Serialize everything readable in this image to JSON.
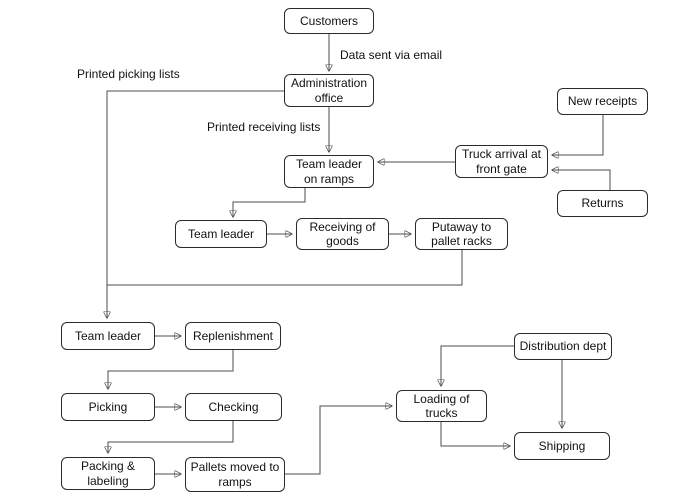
{
  "diagram": {
    "type": "flowchart",
    "description": "Warehouse goods receiving, picking and shipping process flow"
  },
  "nodes": {
    "customers": "Customers",
    "admin_office": "Administration office",
    "new_receipts": "New receipts",
    "team_leader_ramps": "Team leader on ramps",
    "truck_arrival": "Truck arrival at front gate",
    "returns": "Returns",
    "team_leader_receiving": "Team leader",
    "receiving_goods": "Receiving of goods",
    "putaway": "Putaway to pallet racks",
    "team_leader_picking": "Team leader",
    "replenishment": "Replenishment",
    "picking": "Picking",
    "checking": "Checking",
    "distribution_dept": "Distribution dept",
    "loading_trucks": "Loading of trucks",
    "shipping": "Shipping",
    "packing_labeling": "Packing & labeling",
    "pallets_moved": "Pallets moved to ramps"
  },
  "edge_labels": {
    "data_email": "Data sent via email",
    "printed_picking": "Printed picking lists",
    "printed_receiving": "Printed receiving lists"
  },
  "edges": [
    {
      "from": "Customers",
      "to": "Administration office",
      "label": "Data sent via email"
    },
    {
      "from": "Administration office",
      "to": "Team leader on ramps",
      "label": "Printed receiving lists"
    },
    {
      "from": "Administration office",
      "to": "Team leader",
      "label": "Printed picking lists"
    },
    {
      "from": "New receipts",
      "to": "Truck arrival at front gate",
      "label": ""
    },
    {
      "from": "Returns",
      "to": "Truck arrival at front gate",
      "label": ""
    },
    {
      "from": "Truck arrival at front gate",
      "to": "Team leader on ramps",
      "label": ""
    },
    {
      "from": "Team leader on ramps",
      "to": "Team leader",
      "label": ""
    },
    {
      "from": "Team leader",
      "to": "Receiving of goods",
      "label": ""
    },
    {
      "from": "Receiving of goods",
      "to": "Putaway to pallet racks",
      "label": ""
    },
    {
      "from": "Putaway to pallet racks",
      "to": "Team leader",
      "label": ""
    },
    {
      "from": "Team leader",
      "to": "Replenishment",
      "label": ""
    },
    {
      "from": "Replenishment",
      "to": "Picking",
      "label": ""
    },
    {
      "from": "Picking",
      "to": "Checking",
      "label": ""
    },
    {
      "from": "Checking",
      "to": "Packing & labeling",
      "label": ""
    },
    {
      "from": "Packing & labeling",
      "to": "Pallets moved to ramps",
      "label": ""
    },
    {
      "from": "Pallets moved to ramps",
      "to": "Loading of trucks",
      "label": ""
    },
    {
      "from": "Distribution dept",
      "to": "Loading of trucks",
      "label": ""
    },
    {
      "from": "Distribution dept",
      "to": "Shipping",
      "label": ""
    },
    {
      "from": "Loading of trucks",
      "to": "Shipping",
      "label": ""
    }
  ]
}
